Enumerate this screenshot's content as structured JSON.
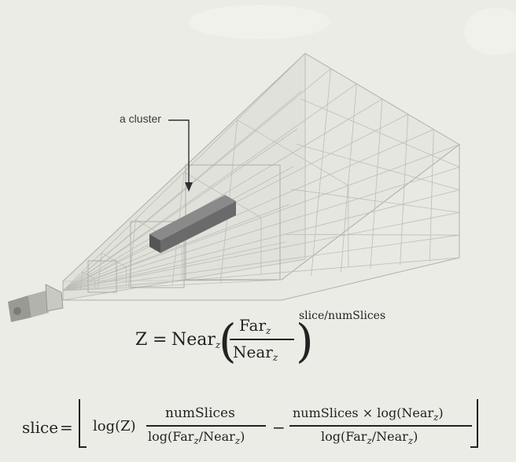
{
  "annotation": {
    "label": "a cluster"
  },
  "equation_depth": {
    "lhs": "Z",
    "equals": "=",
    "coef_main": "Near",
    "coef_sub": "z",
    "num_main": "Far",
    "num_sub": "z",
    "den_main": "Near",
    "den_sub": "z",
    "exponent": "slice/numSlices"
  },
  "equation_slice": {
    "lhs": "slice",
    "equals": "=",
    "term1_log": "log(Z)",
    "frac1_num": "numSlices",
    "frac1_den_pre": "log(Far",
    "frac1_den_sub1": "z",
    "frac1_den_mid": "/Near",
    "frac1_den_sub2": "z",
    "frac1_den_post": ")",
    "minus": "−",
    "frac2_num_pre": "numSlices × log(Near",
    "frac2_num_sub": "z",
    "frac2_num_post": ")",
    "frac2_den_pre": "log(Far",
    "frac2_den_sub1": "z",
    "frac2_den_mid": "/Near",
    "frac2_den_sub2": "z",
    "frac2_den_post": ")"
  },
  "colors": {
    "background": "#ecece6",
    "grid_line": "#b8b8b2",
    "face_light": "#e4e4de",
    "cluster_front": "#6a6a6a",
    "cluster_top": "#8a8a8a",
    "cluster_side": "#555555"
  },
  "icons": [
    "camera-icon"
  ]
}
